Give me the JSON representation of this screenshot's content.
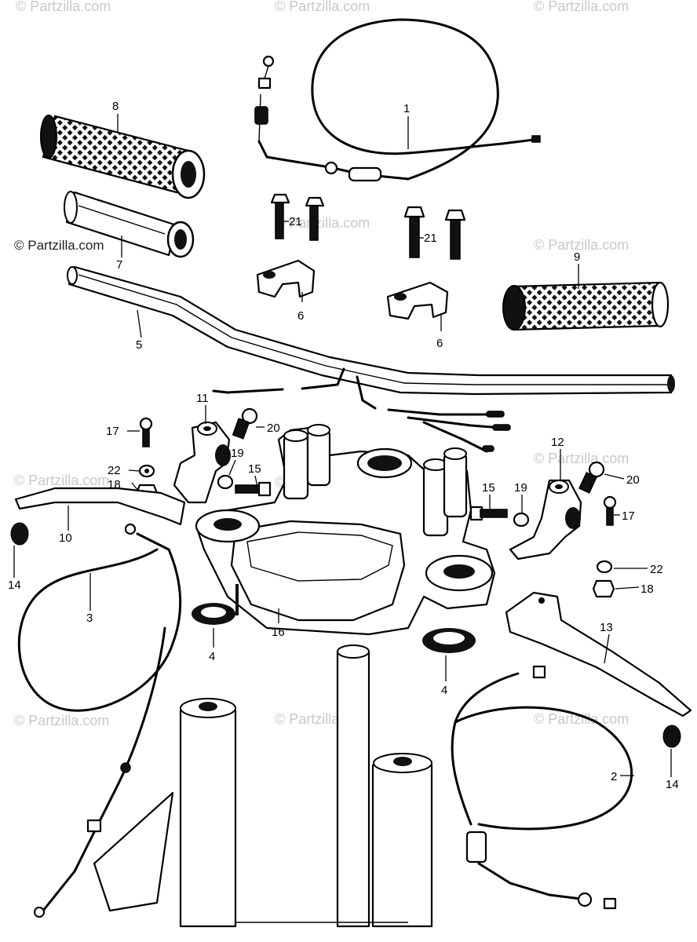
{
  "watermark": {
    "text": "© Partzilla.com"
  },
  "callouts": {
    "c1": "1",
    "c2": "2",
    "c3": "3",
    "c4a": "4",
    "c4b": "4",
    "c5": "5",
    "c6a": "6",
    "c6b": "6",
    "c7": "7",
    "c8": "8",
    "c9": "9",
    "c10": "10",
    "c11": "11",
    "c12": "12",
    "c13": "13",
    "c14a": "14",
    "c14b": "14",
    "c15a": "15",
    "c15b": "15",
    "c16": "16",
    "c17a": "17",
    "c17b": "17",
    "c18a": "18",
    "c18b": "18",
    "c19a": "19",
    "c19b": "19",
    "c20a": "20",
    "c20b": "20",
    "c21a": "21",
    "c21b": "21",
    "c22a": "22",
    "c22b": "22"
  }
}
